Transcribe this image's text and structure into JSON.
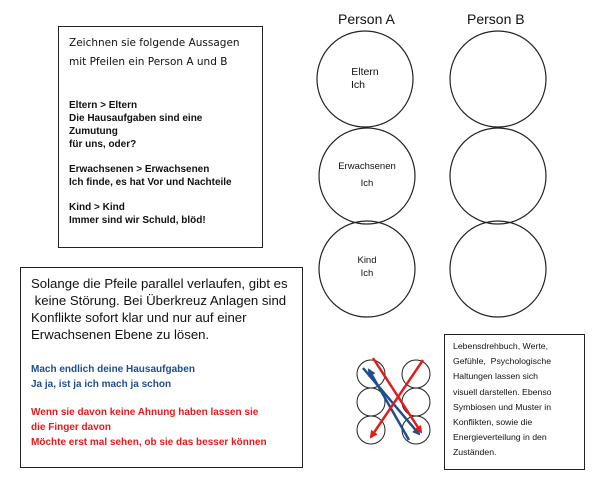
{
  "task": {
    "intro_line1": "Zeichnen sie folgende Aussagen",
    "intro_line2": "mit Pfeilen ein Person A und B",
    "examples": [
      {
        "title": "Eltern > Eltern",
        "line1": "Die Hausaufgaben sind eine Zumutung",
        "line2": "für uns, oder?"
      },
      {
        "title": "Erwachsenen > Erwachsenen",
        "line1": "Ich finde, es hat Vor und Nachteile",
        "line2": ""
      },
      {
        "title": "Kind > Kind",
        "line1": "Immer sind wir Schuld, blöd!",
        "line2": ""
      }
    ]
  },
  "persons": {
    "a": "Person A",
    "b": "Person B"
  },
  "states": [
    {
      "name": "Eltern",
      "sub": "Ich"
    },
    {
      "name": "Erwachsenen",
      "sub": "Ich"
    },
    {
      "name": "Kind",
      "sub": "Ich"
    }
  ],
  "explain": {
    "paragraph_lines": [
      "Solange die Pfeile parallel verlaufen, gibt es",
      " keine Störung. Bei Überkreuz Anlagen sind",
      "Konflikte sofort klar und nur auf einer",
      "Erwachsenen Ebene zu lösen."
    ],
    "blue_lines": [
      "Mach endlich deine Hausaufgaben",
      "Ja ja, ist ja ich mach ja schon"
    ],
    "red_lines": [
      "Wenn sie davon keine Ahnung haben lassen sie",
      "die Finger davon",
      "Möchte erst mal sehen, ob sie das besser können"
    ]
  },
  "note": {
    "lines": [
      "Lebensdrehbuch, Werte,",
      "Gefühle,  Psychologische",
      "Haltungen lassen sich",
      "visuell darstellen. Ebenso",
      "Symbiosen und Muster in",
      "Konflikten, sowie die",
      "Energieverteilung in den",
      "Zuständen."
    ]
  },
  "colors": {
    "blue": "#1f4e8c",
    "red": "#e31b1b"
  }
}
